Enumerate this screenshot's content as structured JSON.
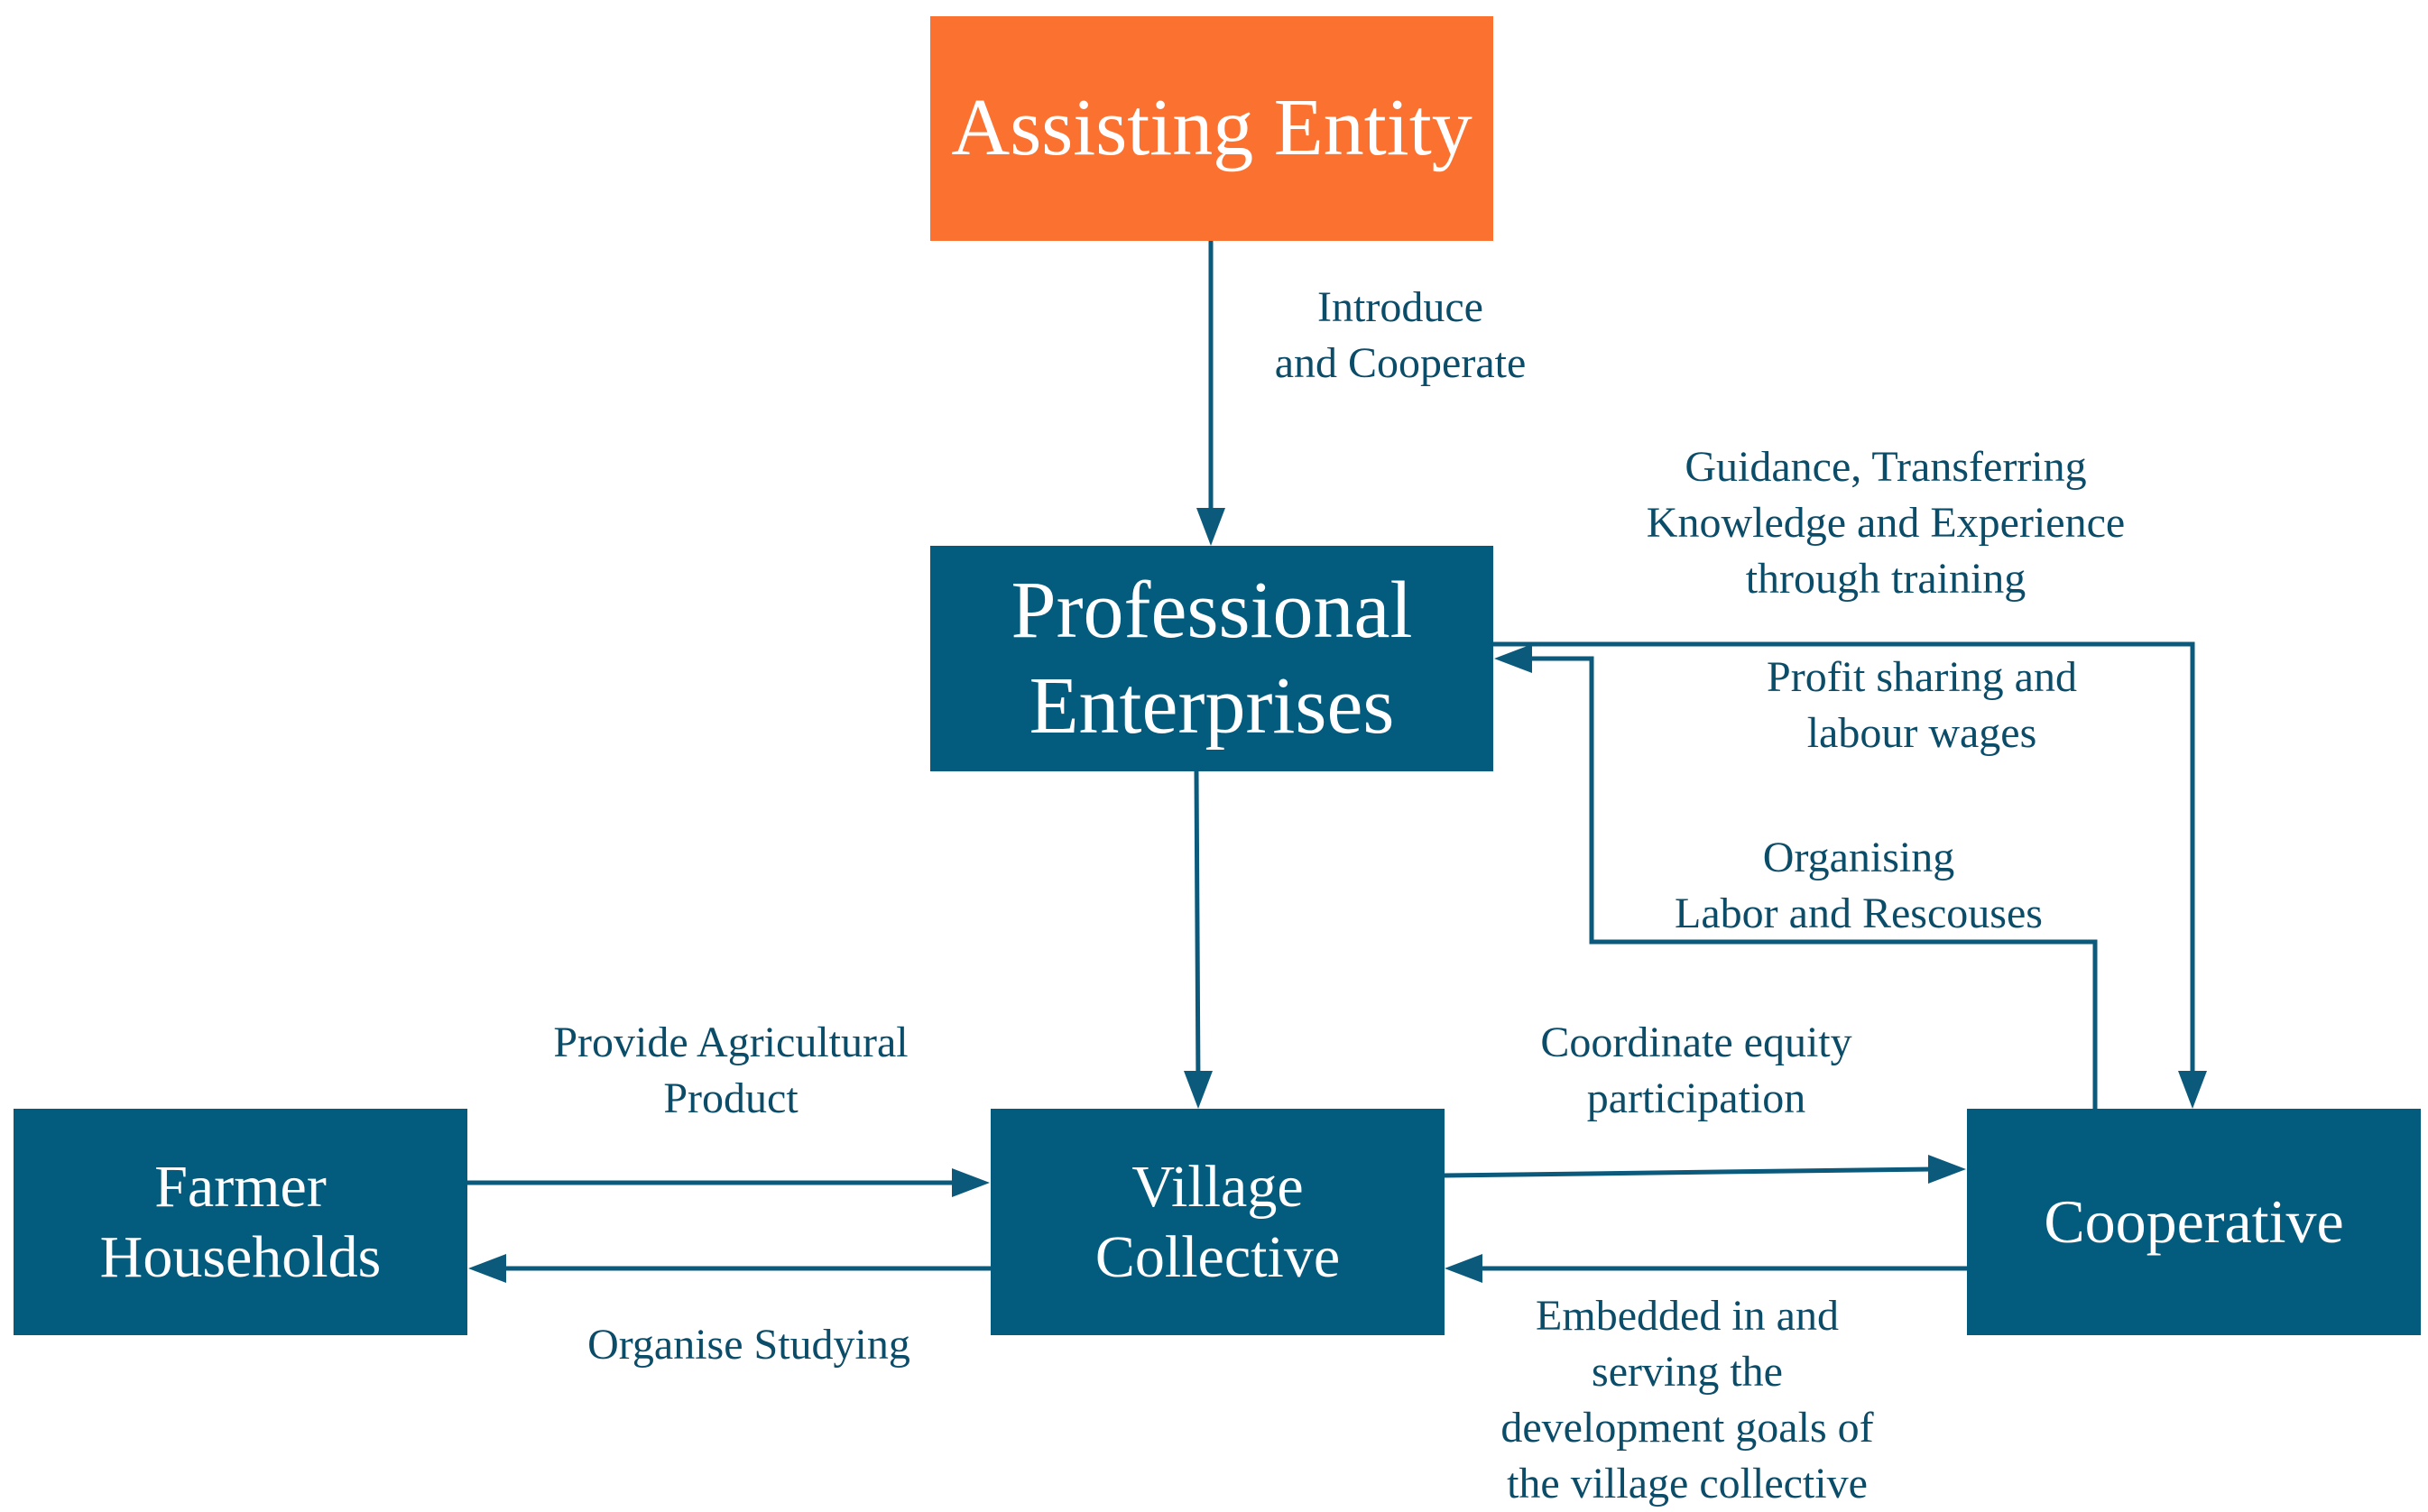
{
  "nodes": {
    "assisting_entity": {
      "label": "Assisting Entity"
    },
    "professional_enterprises": {
      "line1": "Professional",
      "line2": "Enterprises"
    },
    "farmer_households": {
      "line1": "Farmer",
      "line2": "Households"
    },
    "village_collective": {
      "line1": "Village",
      "line2": "Collective"
    },
    "cooperative": {
      "label": "Cooperative"
    }
  },
  "edges": {
    "introduce": {
      "line1": "Introduce",
      "line2": "and Cooperate"
    },
    "guidance": {
      "line1": "Guidance, Transferring",
      "line2": "Knowledge and Experience",
      "line3": "through training"
    },
    "profit": {
      "line1": "Profit sharing and",
      "line2": "labour wages"
    },
    "organising": {
      "line1": "Organising",
      "line2": "Labor and Rescouses"
    },
    "provide": {
      "line1": "Provide Agricultural",
      "line2": "Product"
    },
    "organise_studying": {
      "line1": "Organise Studying"
    },
    "coordinate": {
      "line1": "Coordinate equity",
      "line2": "participation"
    },
    "embedded": {
      "line1": "Embedded in and",
      "line2": "serving the",
      "line3": "development goals of",
      "line4": "the village collective"
    }
  },
  "colors": {
    "node_fill": "#035c7e",
    "accent_fill": "#fb7230",
    "line": "#0b5a7c",
    "label_text": "#0b4c69"
  }
}
